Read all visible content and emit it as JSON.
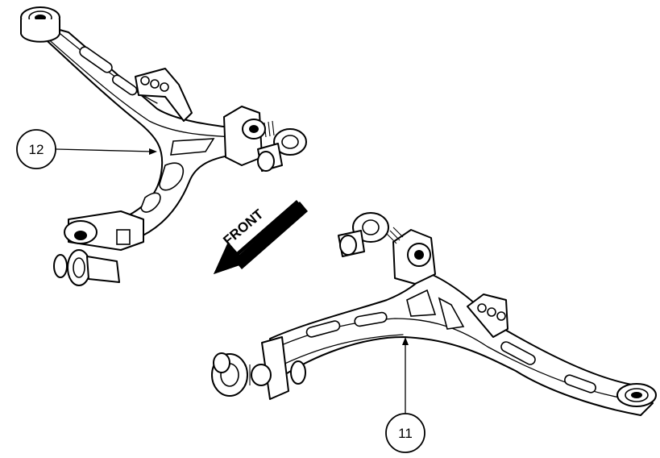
{
  "callouts": {
    "upper_left_part": "12",
    "lower_right_part": "11"
  },
  "direction_label": "FRONT",
  "colors": {
    "line": "#000000",
    "background": "#ffffff"
  }
}
